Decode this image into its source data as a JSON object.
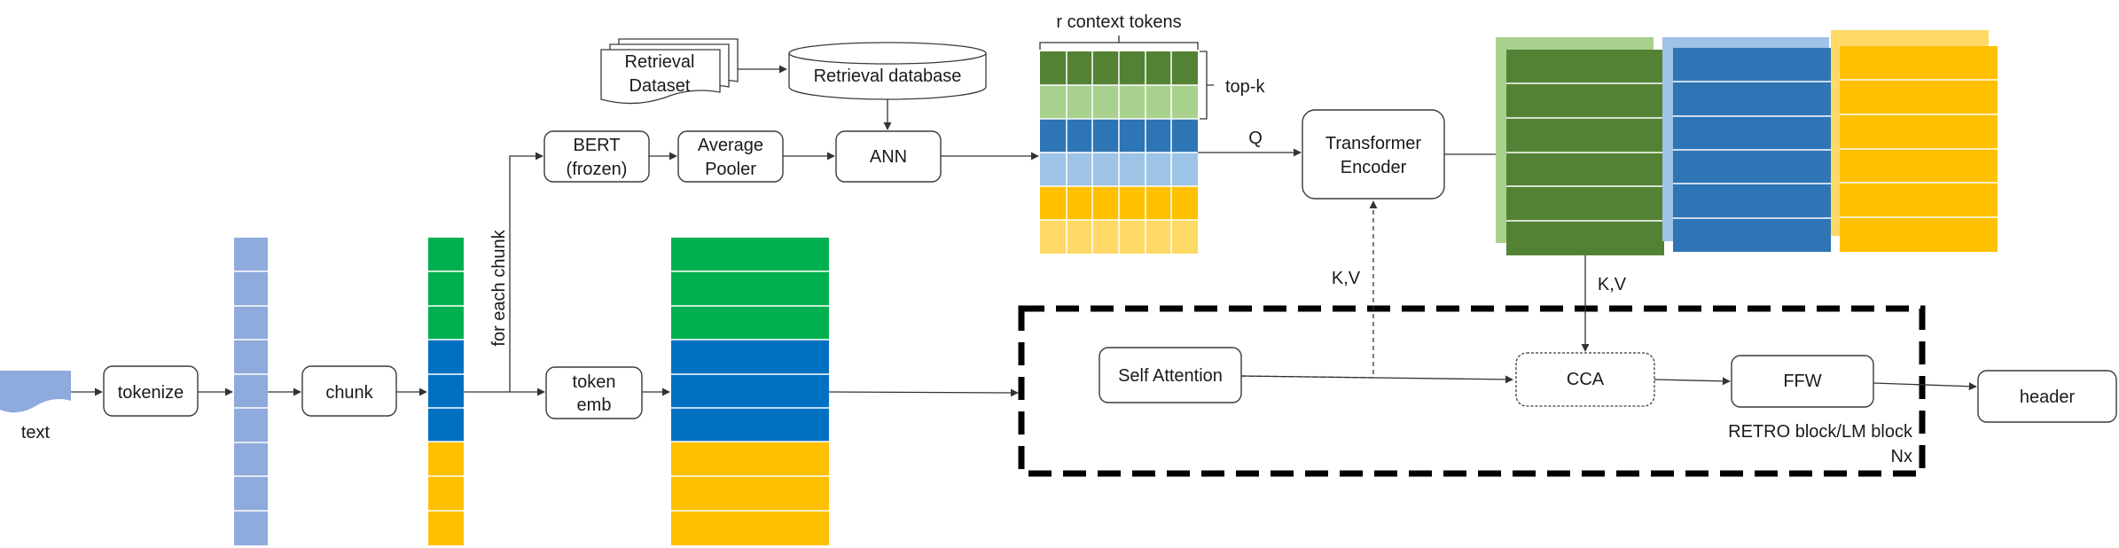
{
  "labels": {
    "text": "text",
    "tokenize": "tokenize",
    "chunk": "chunk",
    "for_each_chunk": "for each chunk",
    "bert_line1": "BERT",
    "bert_line2": "(frozen)",
    "pooler_line1": "Average",
    "pooler_line2": "Pooler",
    "ann": "ANN",
    "retrieval_dataset_line1": "Retrieval",
    "retrieval_dataset_line2": "Dataset",
    "retrieval_database": "Retrieval database",
    "r_context_tokens": "r context tokens",
    "top_k": "top-k",
    "q": "Q",
    "encoder_line1": "Transformer",
    "encoder_line2": "Encoder",
    "kv_left": "K,V",
    "kv_right": "K,V",
    "token_emb_line1": "token",
    "token_emb_line2": "emb",
    "self_attention": "Self Attention",
    "cca": "CCA",
    "ffw": "FFW",
    "block_label": "RETRO block/LM block",
    "nx": "Nx",
    "header": "header"
  },
  "colors": {
    "token_blue": "#8FAADC",
    "chunk_green": "#00B050",
    "chunk_blue": "#0070C0",
    "chunk_yellow": "#FFC000",
    "retrieved_dark_green": "#548235",
    "retrieved_light_green": "#A9D18E",
    "retrieved_dark_blue": "#2E75B6",
    "retrieved_light_blue": "#9DC3E6",
    "retrieved_dark_yellow": "#FFC000",
    "retrieved_light_yellow": "#FFD966",
    "enc_green_back": "#A9D18E",
    "enc_blue_back": "#9DC3E6",
    "enc_yellow_back": "#FFD966",
    "line": "#333333"
  }
}
